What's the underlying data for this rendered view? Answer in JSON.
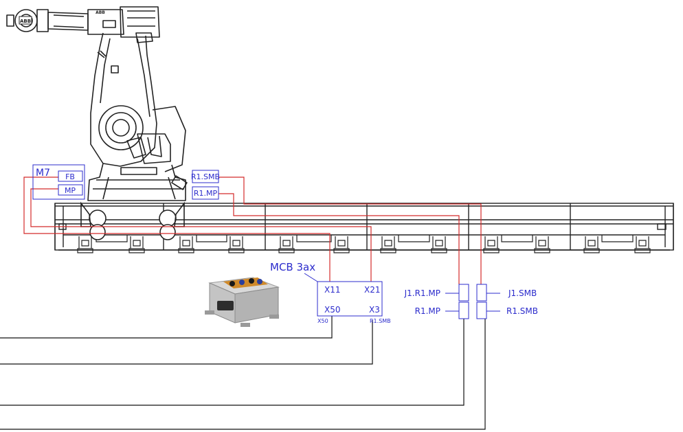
{
  "labels": {
    "m7": "M7",
    "fb": "FB",
    "mp": "MP",
    "r1_smb": "R1.SMB",
    "r1_mp": "R1.MP",
    "mcb_title": "MCB 3ax",
    "x11": "X11",
    "x21": "X21",
    "x50": "X50",
    "x3": "X3",
    "x50_small": "X50",
    "r1_smb_small": "R1.SMB",
    "j1_r1_mp": "J1.R1.MP",
    "j1_smb": "J1.SMB",
    "conn_r1_mp": "R1.MP",
    "conn_r1_smb": "R1.SMB",
    "robot_badge": "ABB"
  },
  "colors": {
    "label_blue": "#2b2bcc",
    "cable_red": "#d42a2a",
    "cable_black": "#111111",
    "drawing": "#222222"
  }
}
